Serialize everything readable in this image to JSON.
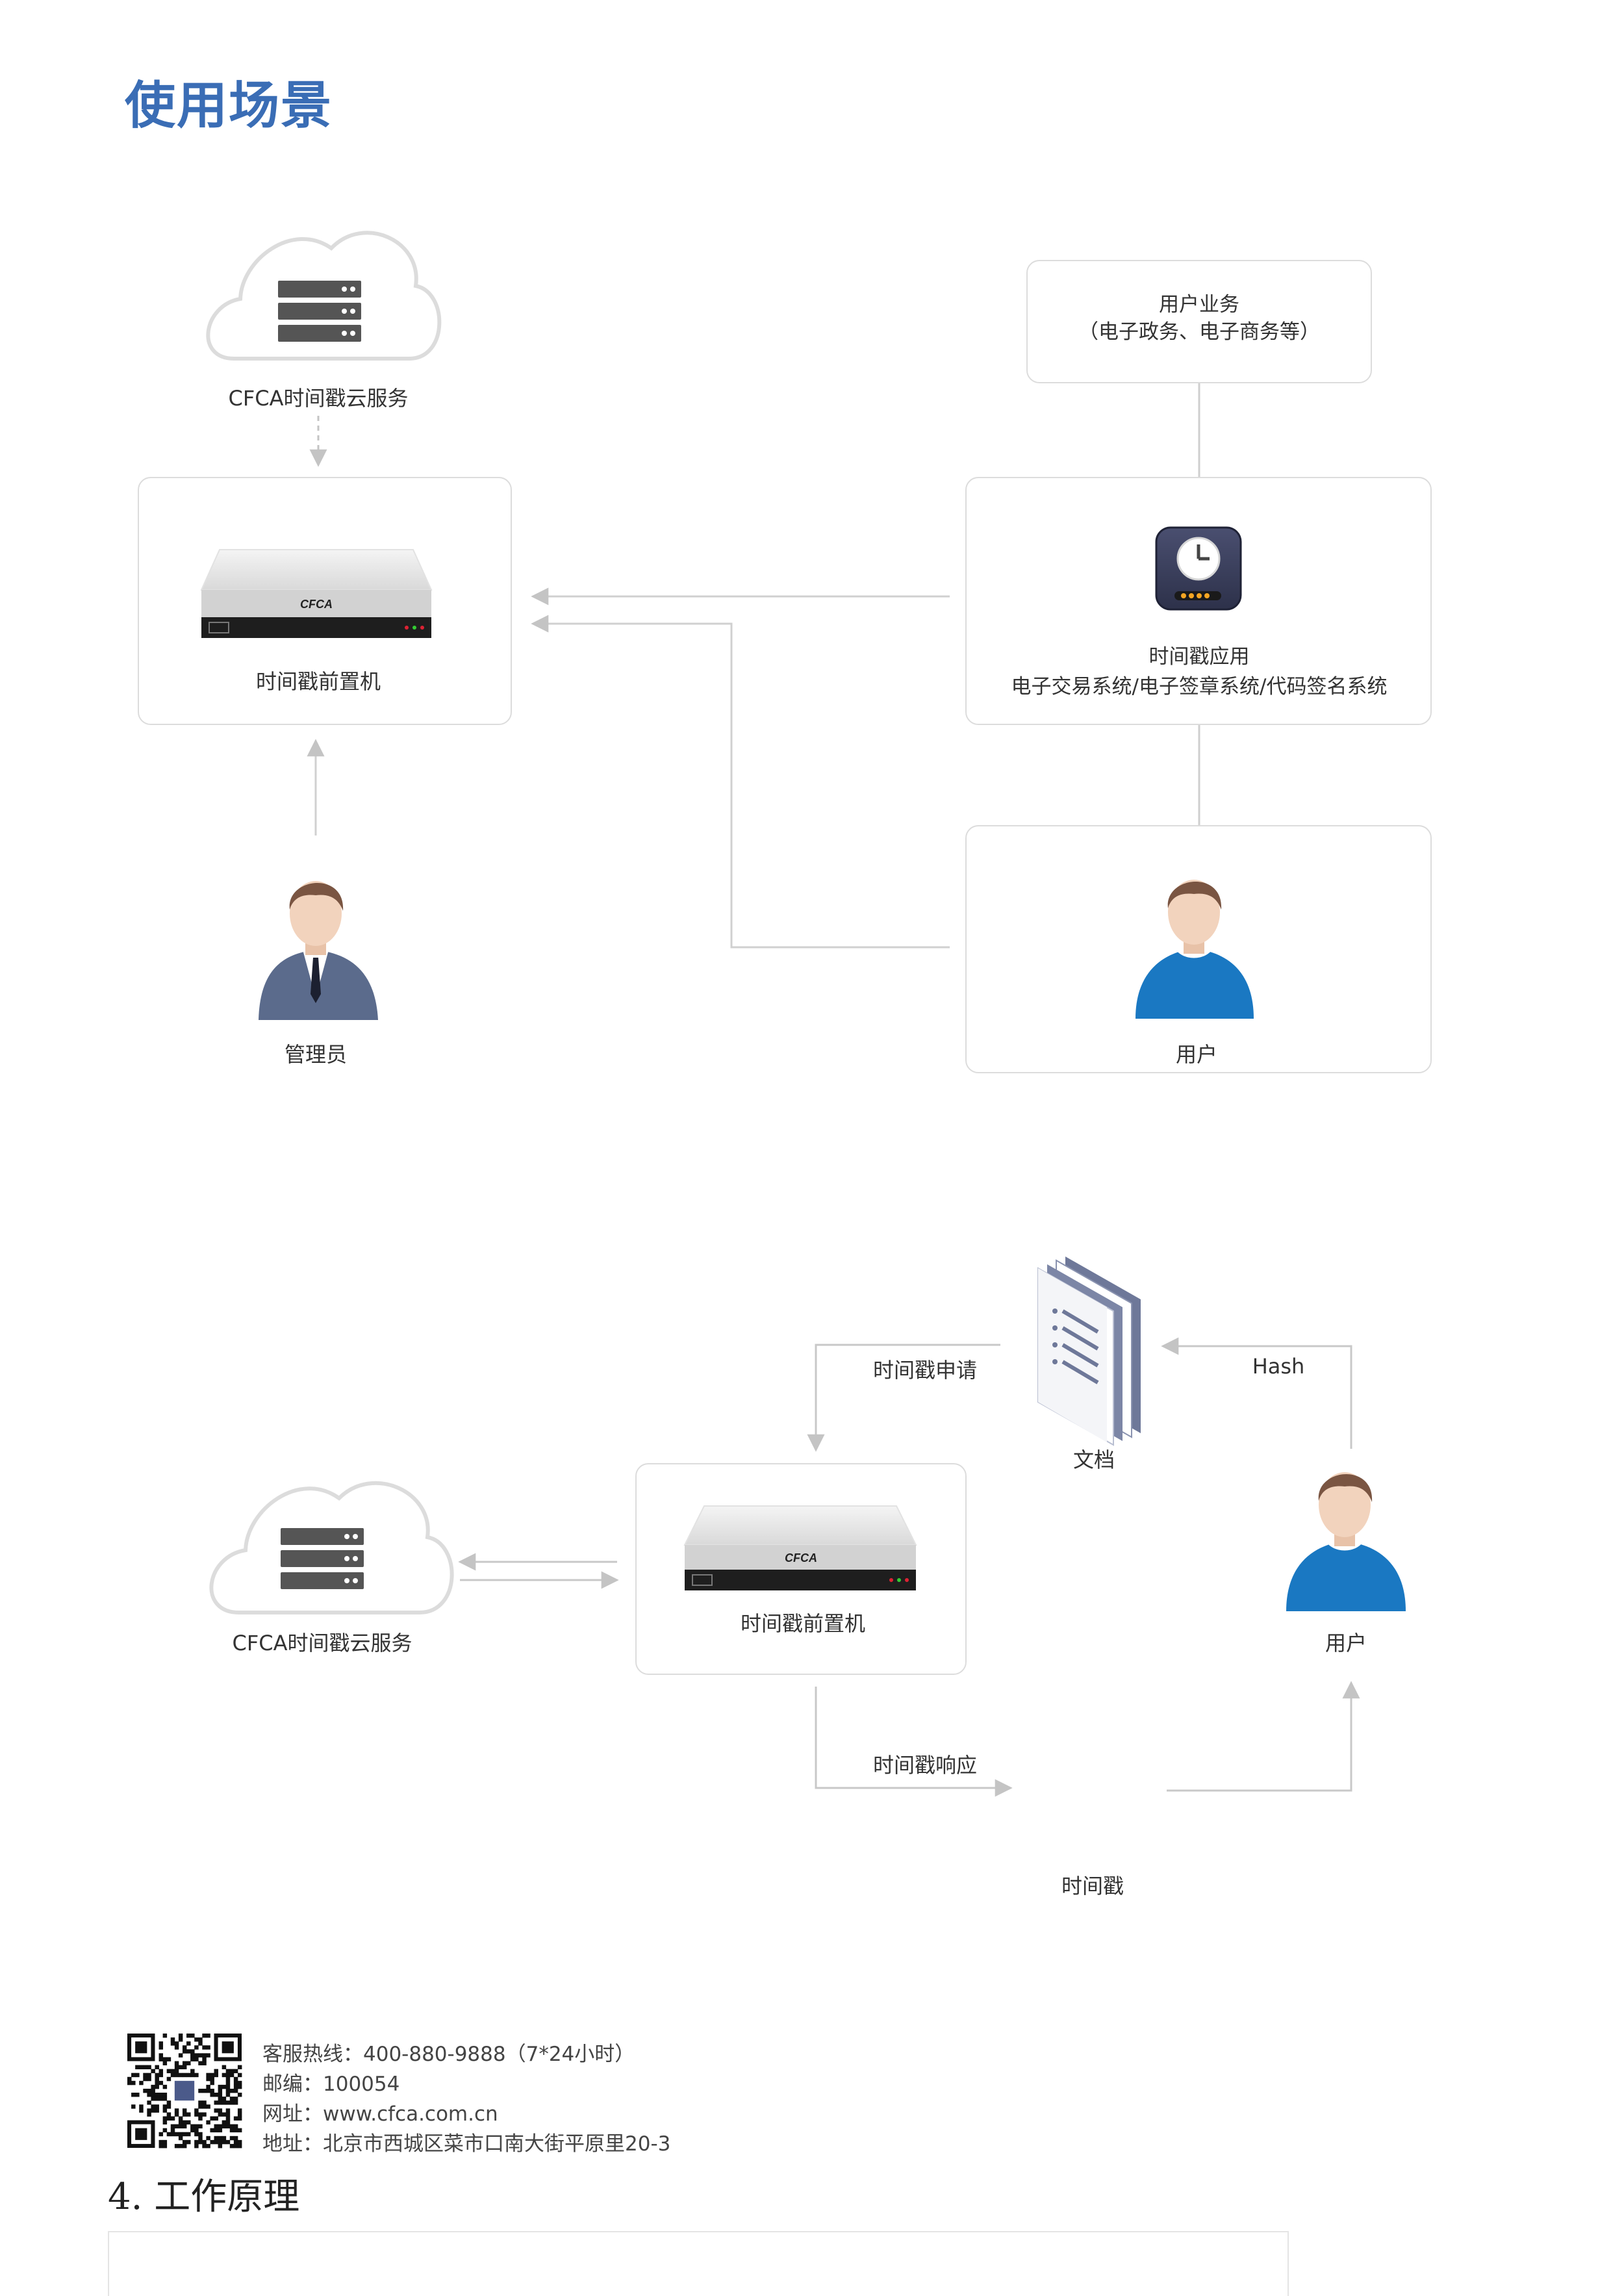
{
  "page_title": "使用场景",
  "top_diagram": {
    "cloud_label": "CFCA时间戳云服务",
    "front_server_label": "时间戳前置机",
    "server_brand": "CFCA",
    "user_business_line1": "用户业务",
    "user_business_line2": "（电子政务、电子商务等）",
    "tsa_app_label": "时间戳应用",
    "tsa_app_systems": "电子交易系统/电子签章系统/代码签名系统",
    "admin_label": "管理员",
    "user_label": "用户"
  },
  "bottom_diagram": {
    "cloud_label": "CFCA时间戳云服务",
    "front_server_label": "时间戳前置机",
    "server_brand": "CFCA",
    "document_label": "文档",
    "request_label": "时间戳申请",
    "hash_label": "Hash",
    "user_label": "用户",
    "response_label": "时间戳响应",
    "timestamp_label": "时间戳"
  },
  "footer": {
    "hotline": "客服热线：400-880-9888（7*24小时）",
    "postcode": "邮编：100054",
    "website": "网址：www.cfca.com.cn",
    "address": "地址：北京市西城区菜市口南大街平原里20-3"
  },
  "section_heading": "4.   工作原理",
  "colors": {
    "title_blue": "#3a6db5",
    "user_blue": "#1a78c2",
    "admin_suit": "#5b6b8c",
    "line_gray": "#c8c8c8"
  }
}
